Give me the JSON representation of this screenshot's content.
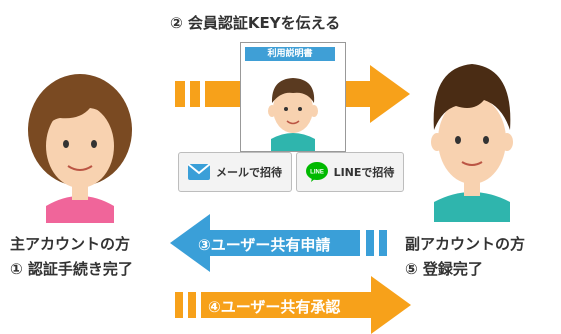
{
  "title": "② 会員認証KEYを伝える",
  "card": {
    "title": "利用説明書"
  },
  "buttons": {
    "mail": "メールで招待",
    "line": "LINEで招待",
    "line_icon": "LINE"
  },
  "left": {
    "line1": "主アカウントの方",
    "line2": "① 認証手続き完了"
  },
  "right": {
    "line1": "副アカウントの方",
    "line2": "⑤ 登録完了"
  },
  "arrows": {
    "request": "③ユーザー共有申請",
    "approve": "④ユーザー共有承認"
  },
  "colors": {
    "orange": "#f7a11a",
    "blue": "#3a9fd8",
    "line_green": "#00b900",
    "shirt_pink": "#f0659a",
    "shirt_teal": "#2fb5ad"
  }
}
